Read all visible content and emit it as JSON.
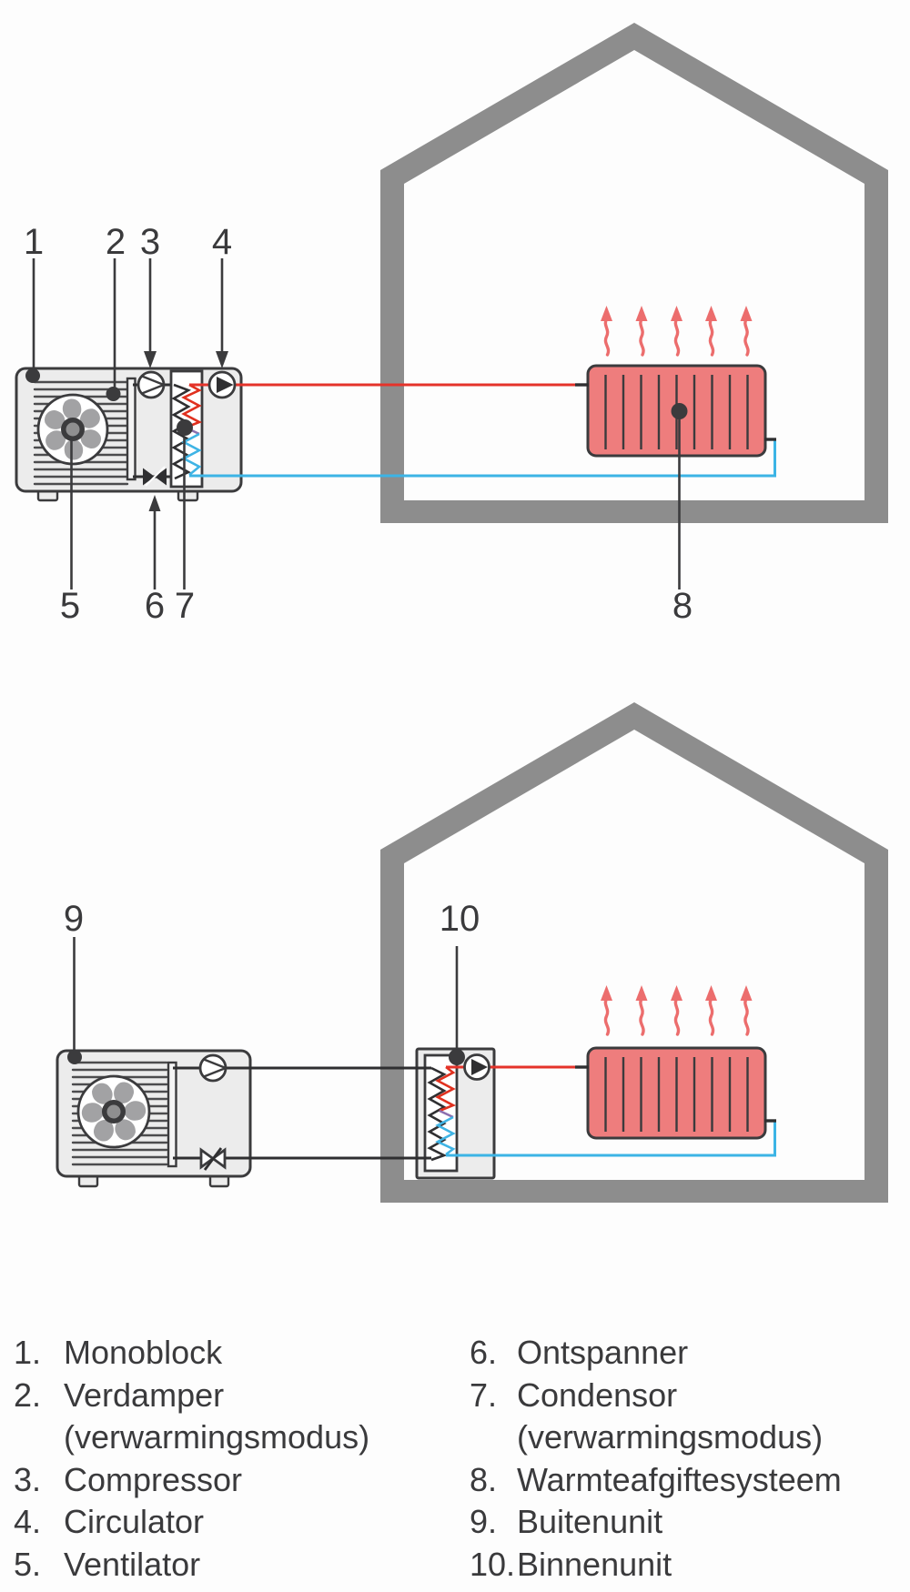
{
  "figure": {
    "type": "diagram",
    "subject_top": "monoblock heat pump with radiator circuit",
    "subject_bottom": "split heat pump (outdoor + indoor unit) with radiator circuit"
  },
  "callouts": {
    "c1": "1",
    "c2": "2",
    "c3": "3",
    "c4": "4",
    "c5": "5",
    "c6": "6",
    "c7": "7",
    "c8": "8",
    "c9": "9",
    "c10": "10"
  },
  "legend": {
    "left": [
      {
        "num": "1.",
        "text": "Monoblock"
      },
      {
        "num": "2.",
        "text": "Verdamper"
      },
      {
        "num": "",
        "text": "(verwarmingsmodus)"
      },
      {
        "num": "3.",
        "text": "Compressor"
      },
      {
        "num": "4.",
        "text": "Circulator"
      },
      {
        "num": "5.",
        "text": "Ventilator"
      }
    ],
    "right": [
      {
        "num": "6.",
        "text": "Ontspanner"
      },
      {
        "num": "7.",
        "text": "Condensor"
      },
      {
        "num": "",
        "text": "(verwarmingsmodus)"
      },
      {
        "num": "8.",
        "text": "Warmteafgiftesysteem"
      },
      {
        "num": "9.",
        "text": "Buitenunit"
      },
      {
        "num": "10.",
        "text": "Binnenunit"
      }
    ]
  },
  "colors": {
    "hot_pipe": "#e5332a",
    "cold_pipe": "#3cb4e5",
    "radiator_fill": "#ee7d7d",
    "heat_arrow": "#ec6d6d",
    "house_gray": "#8d8d8d",
    "line_dark": "#3a3a3c",
    "unit_fill": "#ececec"
  }
}
